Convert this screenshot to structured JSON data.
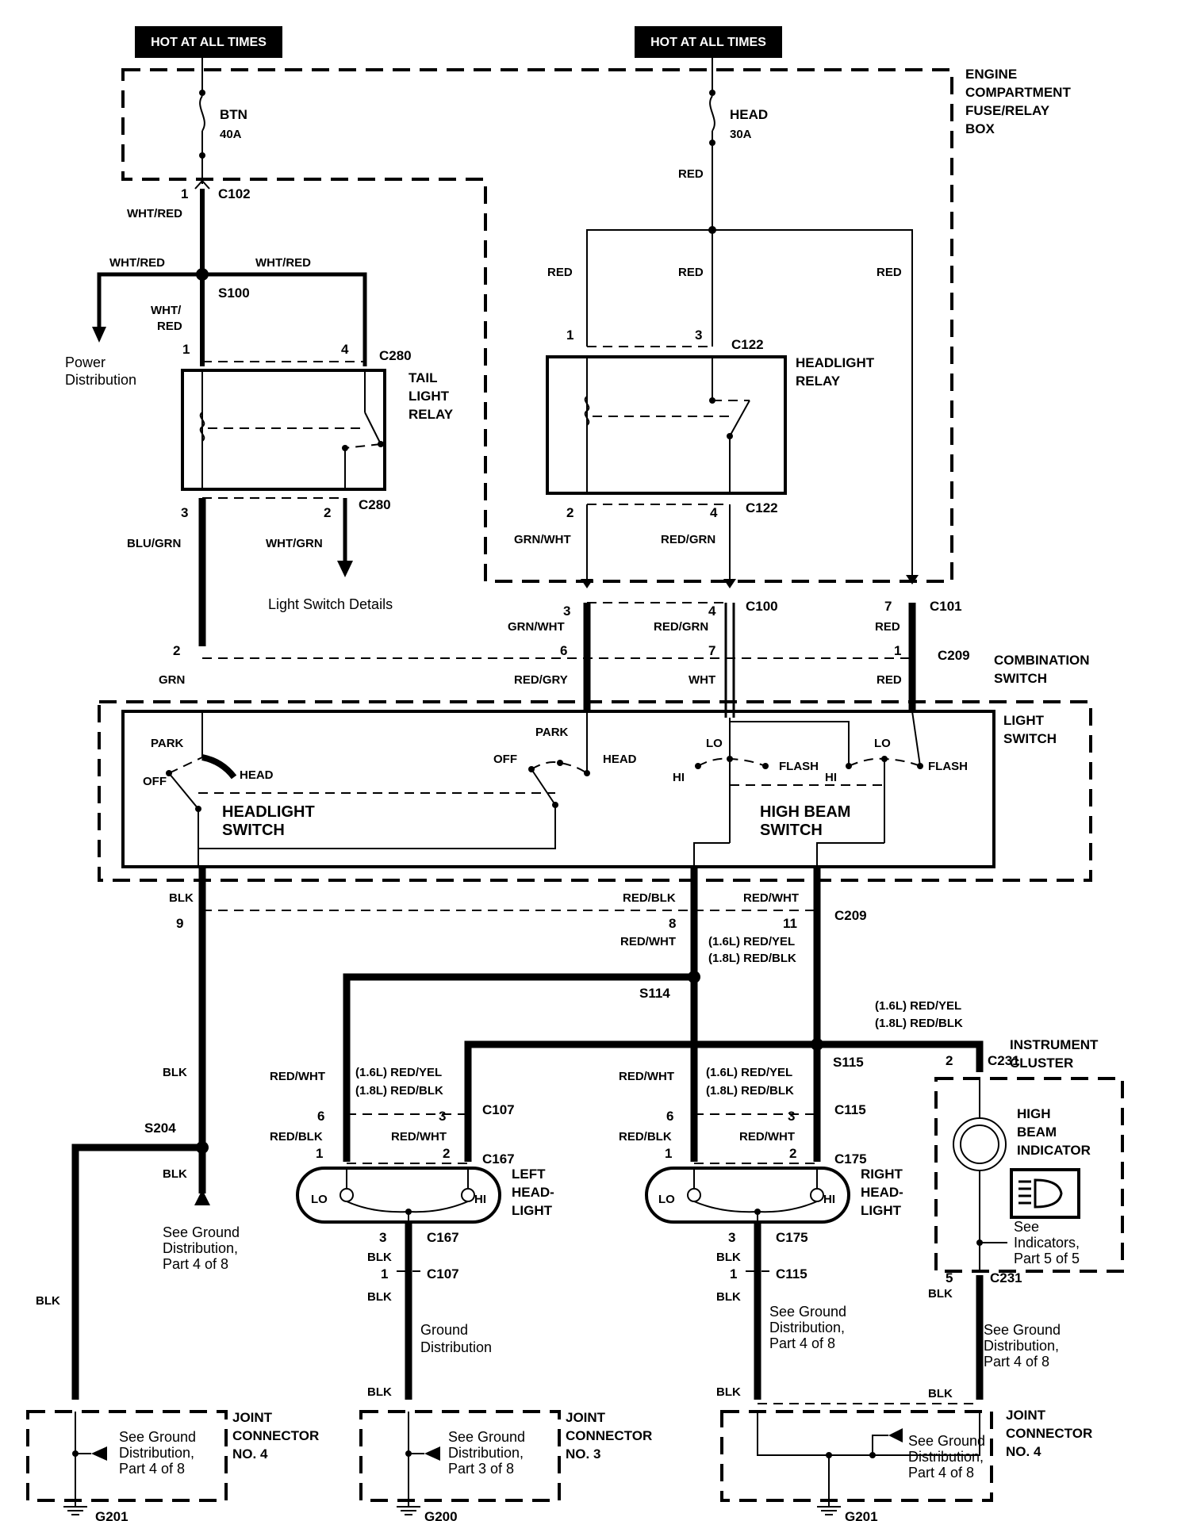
{
  "power": {
    "hot_left": "HOT AT ALL TIMES",
    "hot_right": "HOT AT ALL TIMES"
  },
  "fuse_box": {
    "label": [
      "ENGINE",
      "COMPARTMENT",
      "FUSE/RELAY",
      "BOX"
    ]
  },
  "fuses": [
    {
      "name": "BTN",
      "rating": "40A"
    },
    {
      "name": "HEAD",
      "rating": "30A"
    }
  ],
  "connectors": {
    "c102": "C102",
    "c280a": "C280",
    "c280b": "C280",
    "c122a": "C122",
    "c122b": "C122",
    "c100": "C100",
    "c101": "C101",
    "c209a": "C209",
    "c209b": "C209",
    "c107a": "C107",
    "c167a": "C167",
    "c115a": "C115",
    "c175a": "C175",
    "c167b": "C167",
    "c107b": "C107",
    "c175b": "C175",
    "c115b": "C115",
    "c231a": "C231",
    "c231b": "C231"
  },
  "splices": {
    "s100": "S100",
    "s114": "S114",
    "s115": "S115",
    "s204": "S204"
  },
  "grounds": {
    "g201a": "G201",
    "g200": "G200",
    "g201b": "G201"
  },
  "wires": {
    "wht_red_1": "WHT/RED",
    "wht_red_2": "WHT/RED",
    "wht_red_3": "WHT/RED",
    "wht_red_4a": "WHT/",
    "wht_red_4b": "RED",
    "blu_grn": "BLU/GRN",
    "wht_grn": "WHT/GRN",
    "grn": "GRN",
    "red_1": "RED",
    "red_2": "RED",
    "red_3": "RED",
    "red_4": "RED",
    "red_5": "RED",
    "red_6": "RED",
    "grn_wht_1": "GRN/WHT",
    "grn_wht_2": "GRN/WHT",
    "red_grn_1": "RED/GRN",
    "red_grn_2": "RED/GRN",
    "red_gry": "RED/GRY",
    "wht": "WHT",
    "blk_1": "BLK",
    "blk_2": "BLK",
    "blk_3": "BLK",
    "blk_4": "BLK",
    "blk_5": "BLK",
    "blk_6": "BLK",
    "blk_7": "BLK",
    "blk_8": "BLK",
    "blk_9": "BLK",
    "blk_10": "BLK",
    "blk_11": "BLK",
    "blk_12": "BLK",
    "blk_13": "BLK",
    "red_blk_top": "RED/BLK",
    "red_wht_top": "RED/WHT",
    "red_wht_8": "RED/WHT",
    "l16_a": "(1.6L) RED/YEL",
    "l18_a": "(1.8L) RED/BLK",
    "l16_b": "(1.6L) RED/YEL",
    "l18_b": "(1.8L) RED/BLK",
    "l16_c": "(1.6L) RED/YEL",
    "l18_c": "(1.8L) RED/BLK",
    "l16_d": "(1.6L) RED/YEL",
    "l18_d": "(1.8L) RED/BLK",
    "red_wht_l": "RED/WHT",
    "red_blk_l": "RED/BLK",
    "red_wht_l2": "RED/WHT",
    "red_wht_r": "RED/WHT",
    "red_blk_r": "RED/BLK",
    "red_wht_r2": "RED/WHT"
  },
  "pins": {
    "p1_c102": "1",
    "p1_c280": "1",
    "p4_c280": "4",
    "p3_c280": "3",
    "p2_c280": "2",
    "p1_c122": "1",
    "p3_c122": "3",
    "p2_c122": "2",
    "p4_c122": "4",
    "p3_c100": "3",
    "p4_c100": "4",
    "p7_c101": "7",
    "p2_c209": "2",
    "p6_c209": "6",
    "p7_c209": "7",
    "p1_c209": "1",
    "p9_c209": "9",
    "p8_c209": "8",
    "p11_c209": "11",
    "p6_c107": "6",
    "p3_c107": "3",
    "p1_c167": "1",
    "p2_c167": "2",
    "p6_c115": "6",
    "p3_c115": "3",
    "p1_c175": "1",
    "p2_c175": "2",
    "p3_c167": "3",
    "p1_c107": "1",
    "p3_c175": "3",
    "p1_c115": "1",
    "p2_c231": "2",
    "p5_c231": "5"
  },
  "components": {
    "tail_relay": [
      "TAIL",
      "LIGHT",
      "RELAY"
    ],
    "head_relay": [
      "HEADLIGHT",
      "RELAY"
    ],
    "combo": [
      "COMBINATION",
      "SWITCH"
    ],
    "light_switch": [
      "LIGHT",
      "SWITCH"
    ],
    "headlight_switch": [
      "HEADLIGHT",
      "SWITCH"
    ],
    "high_beam_switch": [
      "HIGH BEAM",
      "SWITCH"
    ],
    "left_headlight": [
      "LEFT",
      "HEAD-",
      "LIGHT"
    ],
    "right_headlight": [
      "RIGHT",
      "HEAD-",
      "LIGHT"
    ],
    "instrument_cluster": [
      "INSTRUMENT",
      "CLUSTER"
    ],
    "high_beam_indicator": [
      "HIGH",
      "BEAM",
      "INDICATOR"
    ],
    "joint4a": [
      "JOINT",
      "CONNECTOR",
      "NO. 4"
    ],
    "joint3": [
      "JOINT",
      "CONNECTOR",
      "NO. 3"
    ],
    "joint4b": [
      "JOINT",
      "CONNECTOR",
      "NO. 4"
    ]
  },
  "switch_positions": {
    "park1": "PARK",
    "off1": "OFF",
    "head1": "HEAD",
    "park2": "PARK",
    "off2": "OFF",
    "head2": "HEAD",
    "lo1": "LO",
    "hi1": "HI",
    "flash1": "FLASH",
    "lo2": "LO",
    "hi2": "HI",
    "flash2": "FLASH",
    "lamp_lo_l": "LO",
    "lamp_hi_l": "HI",
    "lamp_lo_r": "LO",
    "lamp_hi_r": "HI"
  },
  "notes": {
    "power_dist": [
      "Power",
      "Distribution"
    ],
    "light_switch_details": "Light Switch Details",
    "see_gd_1": [
      "See Ground",
      "Distribution,",
      "Part 4 of 8"
    ],
    "ground_dist": [
      "Ground",
      "Distribution"
    ],
    "see_gd_2": [
      "See Ground",
      "Distribution,",
      "Part 4 of 8"
    ],
    "see_gd_3": [
      "See Ground",
      "Distribution,",
      "Part 4 of 8"
    ],
    "see_ind": [
      "See",
      "Indicators,",
      "Part 5 of 5"
    ],
    "jc4a_note": [
      "See Ground",
      "Distribution,",
      "Part 4 of 8"
    ],
    "jc3_note": [
      "See Ground",
      "Distribution,",
      "Part 3 of 8"
    ],
    "jc4b_note": [
      "See Ground",
      "Distribution,",
      "Part 4 of 8"
    ]
  }
}
